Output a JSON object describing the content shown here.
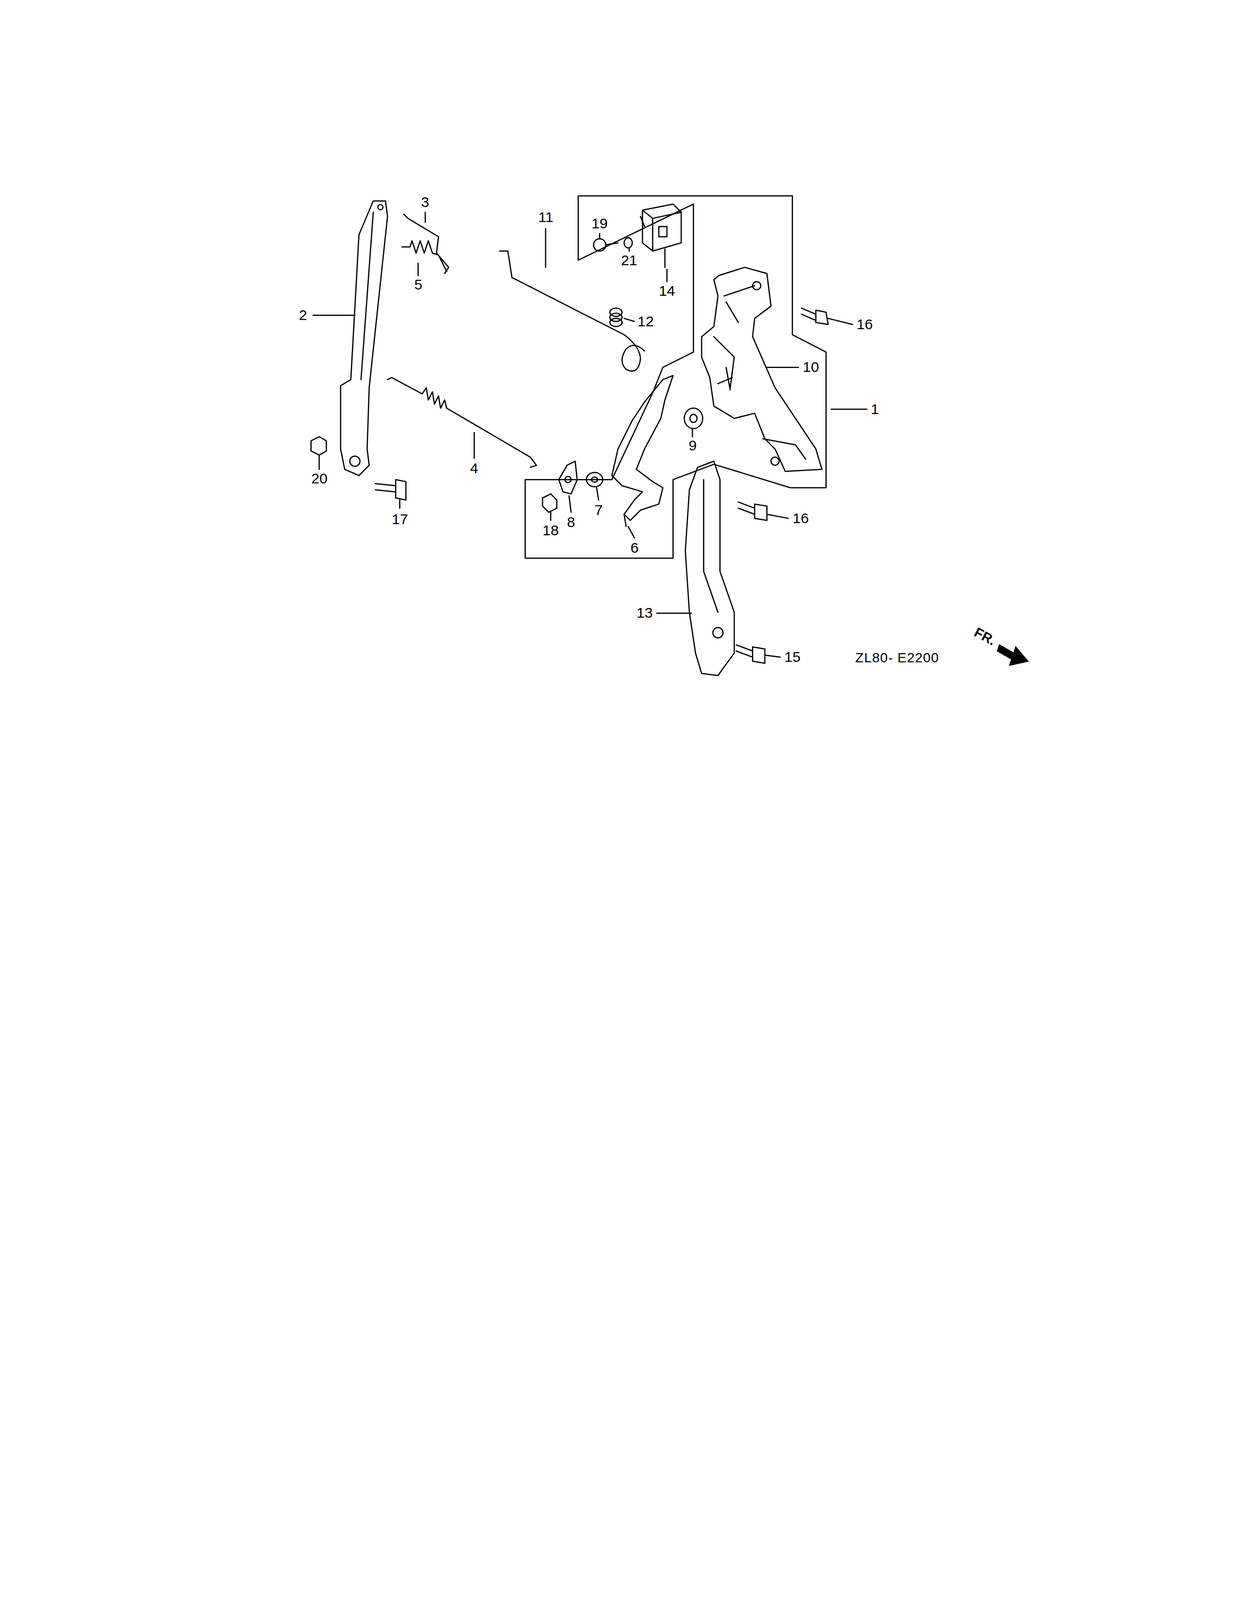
{
  "diagram": {
    "labels": [
      "3",
      "2",
      "5",
      "11",
      "19",
      "21",
      "14",
      "16",
      "12",
      "10",
      "1",
      "4",
      "9",
      "20",
      "18",
      "8",
      "7",
      "6",
      "16",
      "17",
      "13",
      "15",
      "ZL80- E2200",
      "FR."
    ]
  }
}
